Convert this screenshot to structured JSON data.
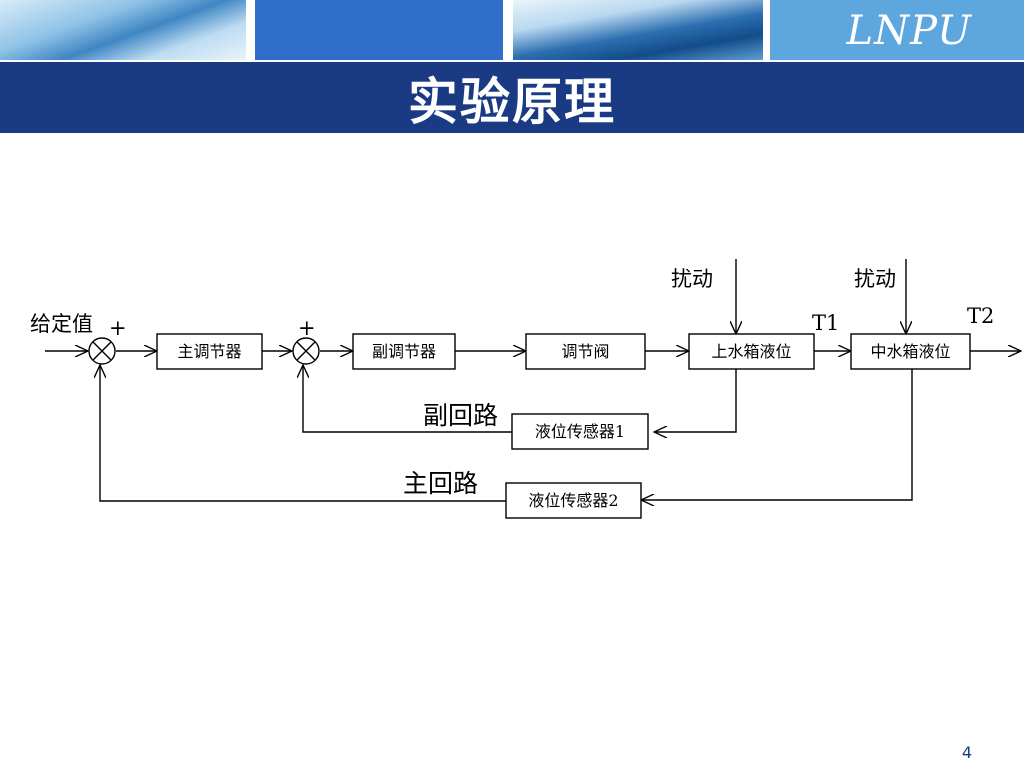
{
  "header": {
    "logo": "LNPU",
    "title": "实验原理"
  },
  "diagram": {
    "setpoint_label": "给定值",
    "plus_sign_main": "+",
    "plus_sign_secondary": "+",
    "blocks": {
      "main_controller": "主调节器",
      "secondary_controller": "副调节器",
      "regulating_valve": "调节阀",
      "upper_tank_level": "上水箱液位",
      "middle_tank_level": "中水箱液位",
      "level_sensor_1": "液位传感器1",
      "level_sensor_2": "液位传感器2"
    },
    "disturbance_1": "扰动",
    "disturbance_2": "扰动",
    "t1_label": "T1",
    "t2_label": "T2",
    "secondary_loop_label": "副回路",
    "main_loop_label": "主回路"
  },
  "footer": {
    "page_number": "4"
  }
}
